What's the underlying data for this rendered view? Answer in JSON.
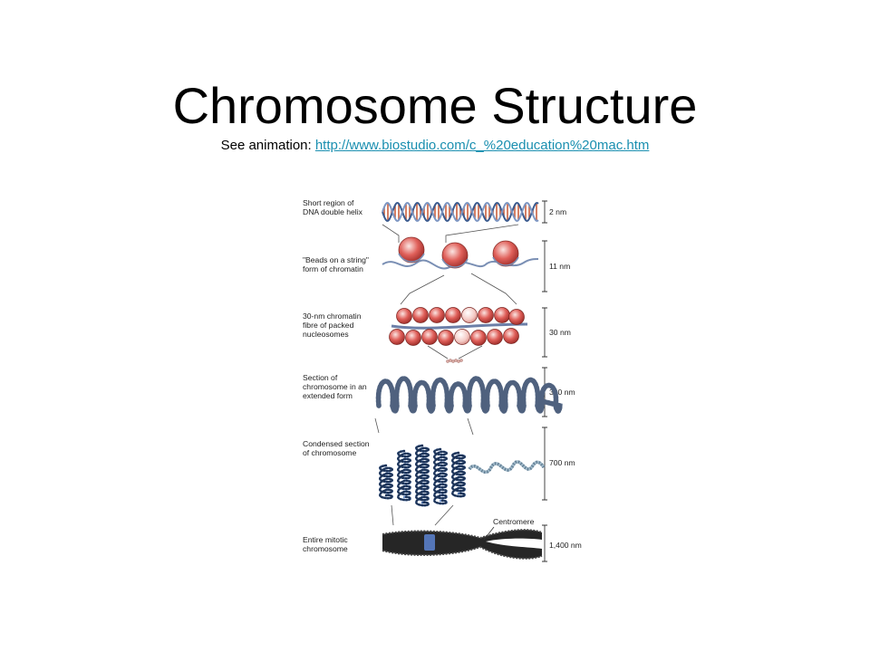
{
  "slide": {
    "title": "Chromosome Structure",
    "subtitle_prefix": "See animation: ",
    "link_text": "http://www.biostudio.com/c_%20education%20mac.htm"
  },
  "diagram": {
    "levels": [
      {
        "label_lines": [
          "Short region of",
          "DNA double helix"
        ],
        "size": "2 nm"
      },
      {
        "label_lines": [
          "\"Beads on a string\"",
          "form of chromatin"
        ],
        "size": "11 nm"
      },
      {
        "label_lines": [
          "30-nm chromatin",
          "fibre of packed",
          "nucleosomes"
        ],
        "size": "30 nm"
      },
      {
        "label_lines": [
          "Section of",
          "chromosome in an",
          "extended form"
        ],
        "size": "300 nm"
      },
      {
        "label_lines": [
          "Condensed section",
          "of chromosome"
        ],
        "size": "700 nm"
      },
      {
        "label_lines": [
          "Entire mitotic",
          "chromosome"
        ],
        "size": "1,400 nm"
      }
    ],
    "centromere_label": "Centromere"
  },
  "colors": {
    "bead": "#e0605a",
    "bead_light": "#f6d3cf",
    "dna": "#7a8fb4",
    "fiber": "#8a9ab0",
    "chromosome": "#2a2a2a",
    "centromere_band": "#5a7ec8",
    "link": "#1a8fb0"
  }
}
